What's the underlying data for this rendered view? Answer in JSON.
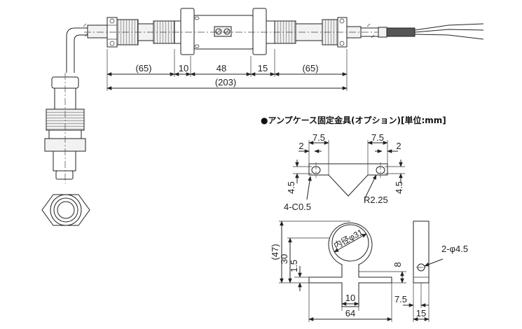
{
  "upper_dims": {
    "seg_left": "(65)",
    "seg_10": "10",
    "seg_48": "48",
    "seg_15": "15",
    "seg_right": "(65)",
    "overall": "(203)"
  },
  "bracket_section": {
    "title": "●アンプケース固定金具(オプション)[単位:mm]",
    "top_view": {
      "left_7_5": "7.5",
      "right_7_5": "7.5",
      "left_2": "2",
      "right_2": "2",
      "left_4_5": "4.5",
      "right_4_5": "4.5",
      "chamfer": "4-C0.5",
      "radius": "R2.25"
    },
    "front_view": {
      "height_47": "(47)",
      "height_30": "30",
      "height_1_5": "1.5",
      "inner_dia": "内径φ31",
      "dim_8": "8",
      "width_10": "10",
      "width_64": "64"
    },
    "side_view": {
      "holes": "2-φ4.5",
      "dim_7_5": "7.5",
      "dim_15": "15"
    }
  }
}
